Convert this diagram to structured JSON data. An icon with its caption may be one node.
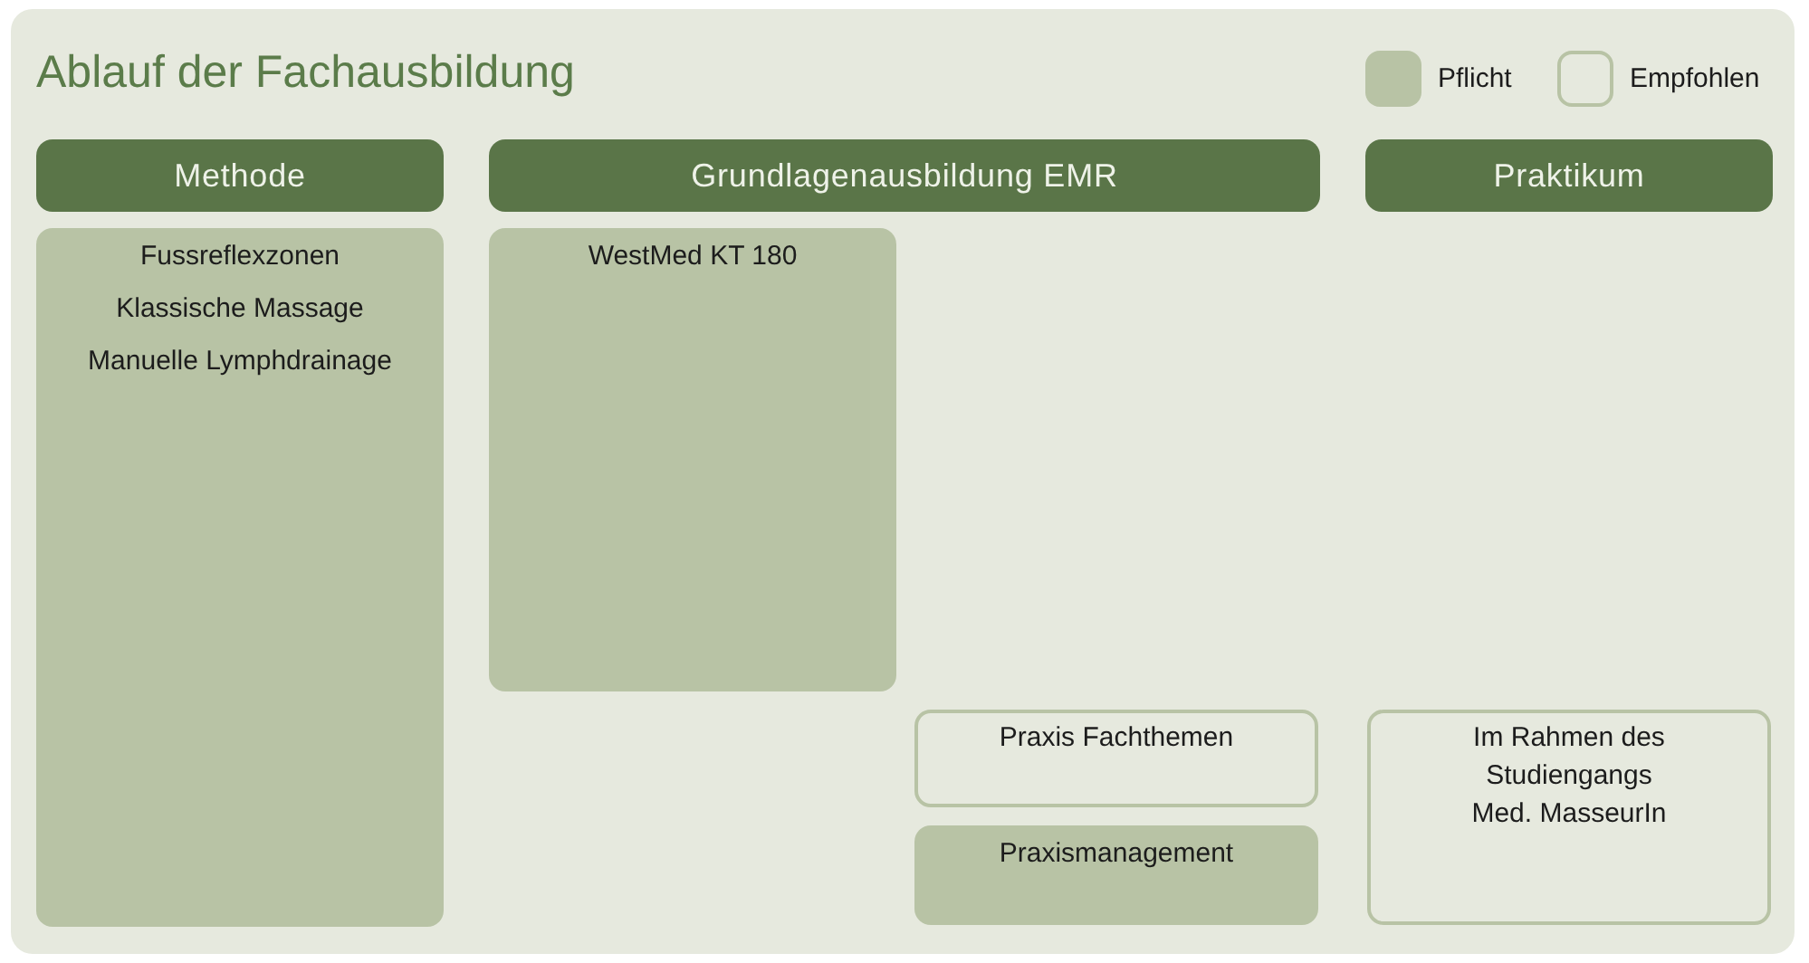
{
  "diagram": {
    "title": "Ablauf der Fachausbildung",
    "nodes": [
      {
        "text": [
          "Methode"
        ]
      },
      {
        "text": [
          "Grundlagenausbildung EMR"
        ]
      },
      {
        "text": [
          "Praktikum"
        ]
      },
      {
        "text": [
          "Fussreflexzonen",
          "Klassische Massage",
          "Manuelle Lymphdrainage"
        ]
      },
      {
        "text": [
          "WestMed KT 180"
        ]
      },
      {
        "text": [
          "Praxis Fachthemen"
        ]
      },
      {
        "text": [
          "Im Rahmen des Studiengangs Med. MasseurIn"
        ]
      },
      {
        "text": [
          "Praxismanagement"
        ]
      }
    ],
    "legend": [
      {
        "text": "Pflicht",
        "color": "#b8c3a5"
      },
      {
        "text": "Empfohlen"
      }
    ]
  }
}
